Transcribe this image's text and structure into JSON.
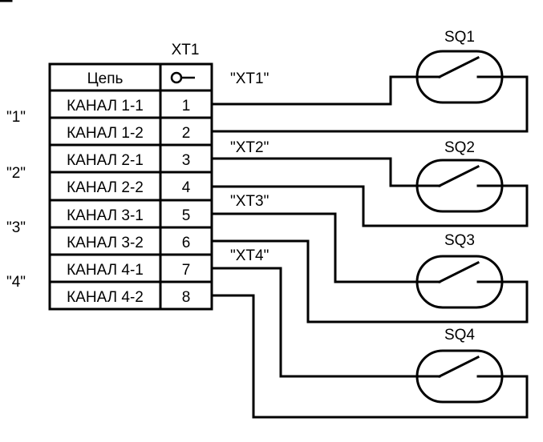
{
  "header": {
    "connector_label": "XT1",
    "column_chain_label": "Цепь"
  },
  "rows": [
    {
      "name": "КАНАЛ 1-1",
      "pin": "1"
    },
    {
      "name": "КАНАЛ 1-2",
      "pin": "2"
    },
    {
      "name": "КАНАЛ 2-1",
      "pin": "3"
    },
    {
      "name": "КАНАЛ 2-2",
      "pin": "4"
    },
    {
      "name": "КАНАЛ 3-1",
      "pin": "5"
    },
    {
      "name": "КАНАЛ 3-2",
      "pin": "6"
    },
    {
      "name": "КАНАЛ 4-1",
      "pin": "7"
    },
    {
      "name": "КАНАЛ 4-2",
      "pin": "8"
    }
  ],
  "channel_labels": [
    "\"1\"",
    "\"2\"",
    "\"3\"",
    "\"4\""
  ],
  "harness_labels": [
    "\"XT1\"",
    "\"XT2\"",
    "\"XT3\"",
    "\"XT4\""
  ],
  "switches": [
    "SQ1",
    "SQ2",
    "SQ3",
    "SQ4"
  ]
}
